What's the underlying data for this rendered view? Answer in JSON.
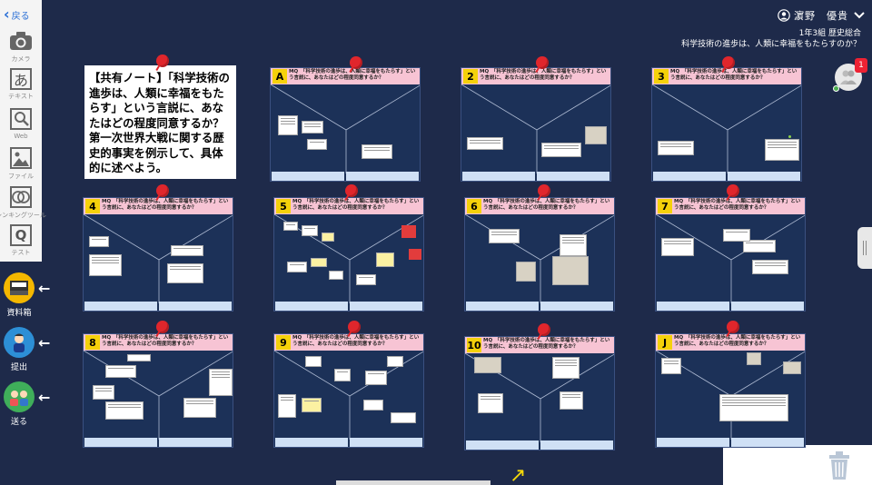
{
  "nav": {
    "back_label": "戻る"
  },
  "toolbar": {
    "tools": [
      {
        "label": "カメラ",
        "icon": "camera-icon"
      },
      {
        "label": "テキスト",
        "icon": "text-icon",
        "glyph": "あ"
      },
      {
        "label": "Web",
        "icon": "web-search-icon"
      },
      {
        "label": "ファイル",
        "icon": "file-image-icon"
      },
      {
        "label": "シンキングツール",
        "icon": "thinking-tool-icon"
      },
      {
        "label": "テスト",
        "icon": "test-icon",
        "glyph": "Q"
      }
    ],
    "side_buttons": [
      {
        "label": "資料箱",
        "icon": "material-box-icon"
      },
      {
        "label": "提出",
        "icon": "submit-icon"
      },
      {
        "label": "送る",
        "icon": "send-icon"
      }
    ]
  },
  "header": {
    "user_name": "濵野　優貴",
    "class_subject": "1年3組 歴史総合",
    "topic": "科学技術の進歩は、人類に幸福をもたらすのか？"
  },
  "notifications": {
    "count": "1"
  },
  "shared_note": {
    "text": "【共有ノート】「科学技術の進歩は、人類に幸福をもたらす」という言説に、あなたはどの程度同意するか？　第一次世界大戦に関する歴史的事実を例示して、具体的に述べよう。"
  },
  "cards": [
    {
      "id": "A",
      "header": "MQ　「科学技術の進歩は、人類に幸福をもたらす」という言説に、あなたはどの程度同意するか？"
    },
    {
      "id": "2",
      "header": "MQ　「科学技術の進歩は、人類に幸福をもたらす」という言説に、あなたはどの程度同意するか？"
    },
    {
      "id": "3",
      "header": "MQ　「科学技術の進歩は、人類に幸福をもたらす」という言説に、あなたはどの程度同意するか？"
    },
    {
      "id": "4",
      "header": "MQ　「科学技術の進歩は、人類に幸福をもたらす」という言説に、あなたはどの程度同意するか？"
    },
    {
      "id": "5",
      "header": "MQ　「科学技術の進歩は、人類に幸福をもたらす」という言説に、あなたはどの程度同意するか？"
    },
    {
      "id": "6",
      "header": "MQ　「科学技術の進歩は、人類に幸福をもたらす」という言説に、あなたはどの程度同意するか？"
    },
    {
      "id": "7",
      "header": "MQ　「科学技術の進歩は、人類に幸福をもたらす」という言説に、あなたはどの程度同意するか？"
    },
    {
      "id": "8",
      "header": "MQ　「科学技術の進歩は、人類に幸福をもたらす」という言説に、あなたはどの程度同意するか？"
    },
    {
      "id": "9",
      "header": "MQ　「科学技術の進歩は、人類に幸福をもたらす」という言説に、あなたはどの程度同意するか？"
    },
    {
      "id": "10",
      "header": "MQ　「科学技術の進歩は、人類に幸福をもたらす」という言説に、あなたはどの程度同意するか？"
    },
    {
      "id": "J",
      "header": "MQ　「科学技術の進歩は、人類に幸福をもたらす」という言説に、あなたはどの程度同意するか？"
    }
  ],
  "colors": {
    "background": "#1e2a4a",
    "card_bg": "#1c3158",
    "card_header": "#f7c4d4",
    "badge_yellow": "#f5d10a",
    "pin_red": "#e0262c",
    "accent_blue": "#2a6fd6"
  }
}
